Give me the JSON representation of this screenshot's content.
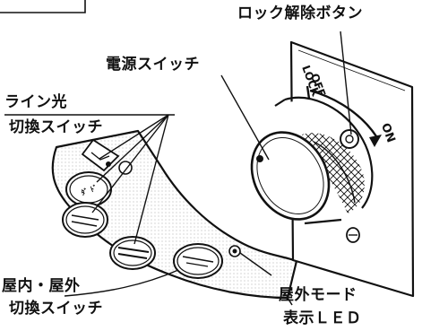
{
  "labels": {
    "lock_release_button": "ロック解除ボタン",
    "power_switch": "電源スイッチ",
    "line_light_title": "ライン光",
    "line_light_subtitle": "切換スイッチ",
    "indoor_outdoor_line1": "屋内・屋外",
    "indoor_outdoor_line2": "切換スイッチ",
    "outdoor_mode_line1": "屋外モード",
    "outdoor_mode_line2": "表示ＬＥＤ"
  },
  "dial_marks": {
    "lock": "LOCK",
    "off": "OFF",
    "on": "ON"
  }
}
